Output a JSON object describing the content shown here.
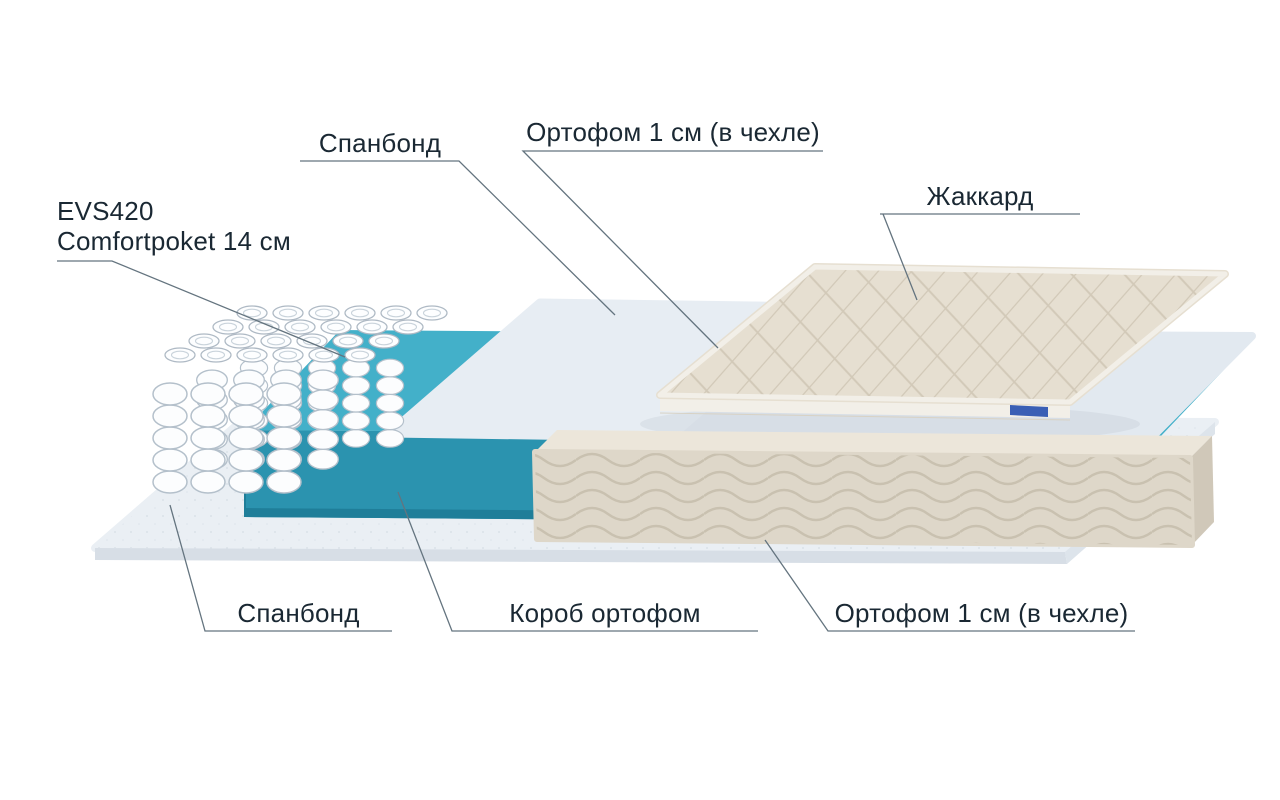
{
  "diagram": {
    "type": "mattress-layers-exploded-view",
    "labels": {
      "spunbond_top": "Спанбонд",
      "orthofoam_top": "Ортофом 1 см (в чехле)",
      "jacquard": "Жаккард",
      "evs_model": "EVS420",
      "evs_detail": "Comfortpoket 14 см",
      "spunbond_bottom": "Спанбонд",
      "korob": "Короб ортофом",
      "orthofoam_bottom": "Ортофом 1 см (в чехле)"
    },
    "colors": {
      "background": "#ffffff",
      "text": "#1a2833",
      "leader_line": "#64747f",
      "teal_front": "#2b93af",
      "teal_top": "#43b0c9",
      "teal_side": "#1f7e99",
      "base_sheet": "#eaeff4",
      "base_sheet_edge": "#d7dee6",
      "base_sheet_side": "#dde4eb",
      "sheet_cover": "#e2e9f0",
      "sheet_bright": "#e7edf3",
      "quilt_base": "#e6dfd1",
      "quilt_tape": "#f2efe8",
      "quilt_side": "#eae4d7",
      "wave_base": "#ded7c9",
      "wave_top": "#ece6da",
      "wave_side": "#d0c8b9",
      "spring_fill": "#fcfdfe",
      "spring_stroke": "#b4c0cb",
      "brand_tag": "#3a5fb5"
    }
  }
}
